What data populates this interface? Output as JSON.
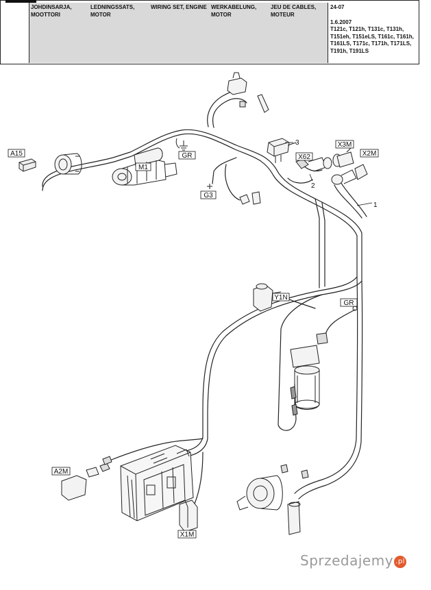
{
  "header": {
    "columns": [
      {
        "lang": "fi",
        "text": "JOHDINSARJA,\nMOOTTORI"
      },
      {
        "lang": "sv",
        "text": "LEDNINGSSATS,\nMOTOR"
      },
      {
        "lang": "en",
        "text": "WIRING SET, ENGINE"
      },
      {
        "lang": "de",
        "text": "WERKABELUNG,\nMOTOR"
      },
      {
        "lang": "fr",
        "text": "JEU DE CABLES,\nMOTEUR"
      }
    ],
    "page_code": "24-07",
    "date": "1.6.2007",
    "models": "T121c, T121h, T131c, T131h, T151eh, T151eLS, T161c, T161h, T161LS, T171c, T171h, T171LS, T191h, T191LS"
  },
  "labels": {
    "a15": "A15",
    "m1": "M1",
    "gr_top": "GR",
    "g3": "G3",
    "x62": "X62",
    "x3m": "X3M",
    "x2m": "X2M",
    "y1n": "Y1N",
    "gr_right": "GR",
    "a2m": "A2M",
    "x1m": "X1M"
  },
  "callouts": {
    "c1": "1",
    "c2": "2",
    "c3": "3"
  },
  "watermark": {
    "text": "Sprzedajemy",
    "badge": ".pl"
  }
}
